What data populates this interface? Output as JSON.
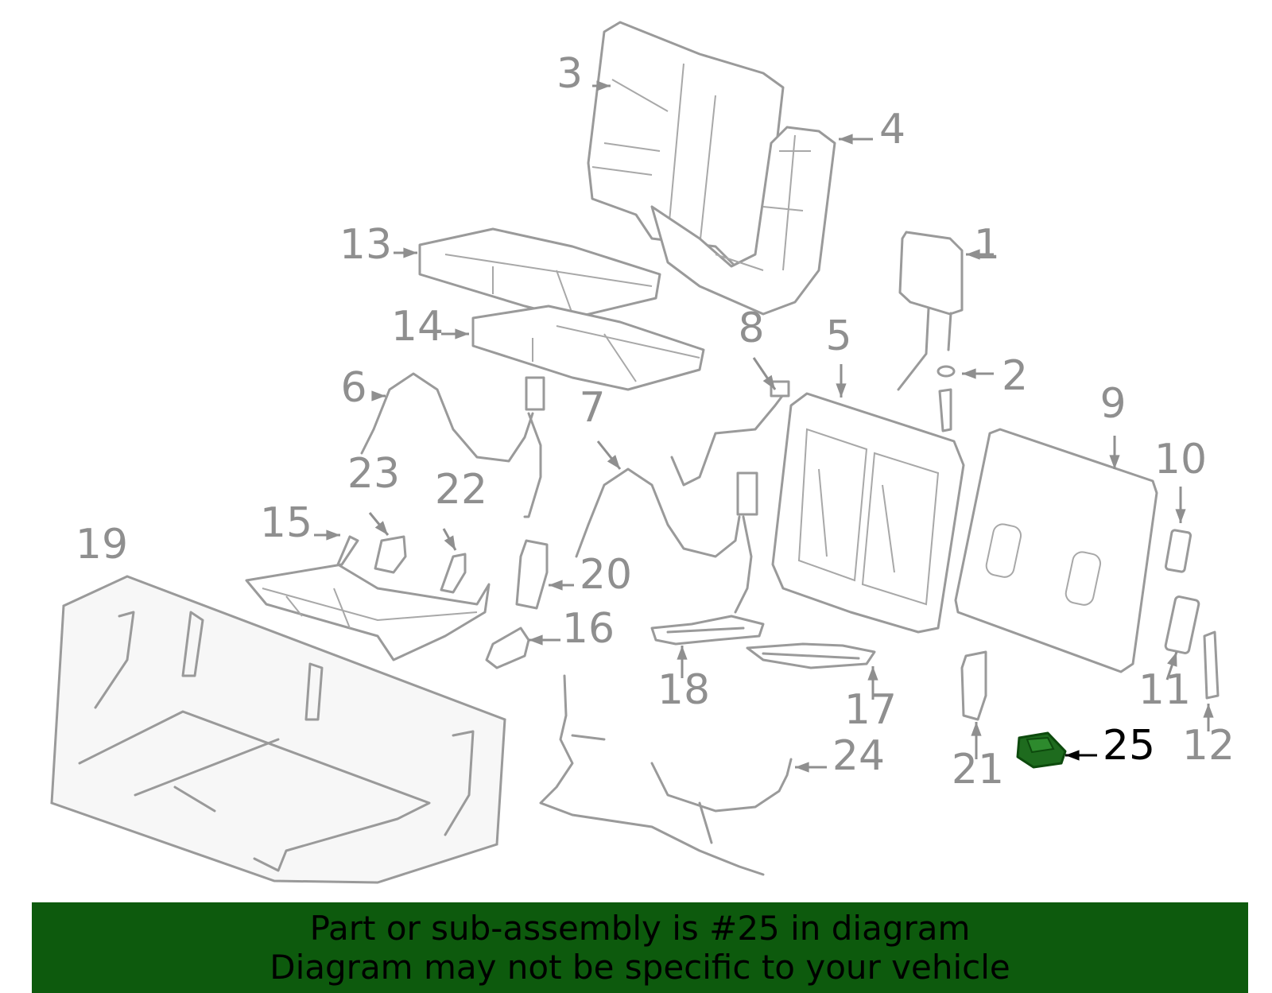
{
  "diagram": {
    "highlight_color": "#1e6b1e",
    "part_color": "#9a9a9a",
    "callouts": [
      "1",
      "2",
      "3",
      "4",
      "5",
      "6",
      "7",
      "8",
      "9",
      "10",
      "11",
      "12",
      "13",
      "14",
      "15",
      "16",
      "17",
      "18",
      "19",
      "20",
      "21",
      "22",
      "23",
      "24",
      "25"
    ],
    "highlighted_callout": "25"
  },
  "banner": {
    "line1": "Part or sub-assembly is #25 in diagram",
    "line2": "Diagram may not be specific to your vehicle",
    "background": "#0d5a0d"
  }
}
